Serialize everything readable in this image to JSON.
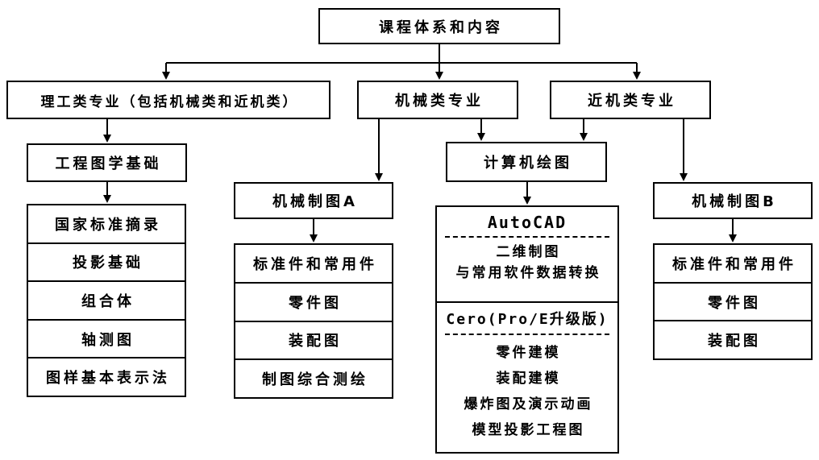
{
  "colors": {
    "line": "#000000",
    "background": "#ffffff"
  },
  "root": {
    "title": "课程体系和内容"
  },
  "branches": {
    "science": {
      "label": "理工类专业（包括机械类和近机类）"
    },
    "mechanical": {
      "label": "机械类专业"
    },
    "near_mechanical": {
      "label": "近机类专业"
    }
  },
  "engineering_graphics": {
    "label": "工程图学基础",
    "items": [
      "国家标准摘录",
      "投影基础",
      "组合体",
      "轴测图",
      "图样基本表示法"
    ]
  },
  "mech_drawing_a": {
    "label": "机械制图A",
    "items": [
      "标准件和常用件",
      "零件图",
      "装配图",
      "制图综合测绘"
    ]
  },
  "computer_graphics": {
    "label": "计算机绘图",
    "autocad": {
      "name": "AutoCAD",
      "topics": [
        "二维制图",
        "与常用软件数据转换"
      ]
    },
    "creo": {
      "name": "Cero(Pro/E升级版)",
      "topics": [
        "零件建模",
        "装配建模",
        "爆炸图及演示动画",
        "模型投影工程图"
      ]
    }
  },
  "mech_drawing_b": {
    "label": "机械制图B",
    "items": [
      "标准件和常用件",
      "零件图",
      "装配图"
    ]
  }
}
